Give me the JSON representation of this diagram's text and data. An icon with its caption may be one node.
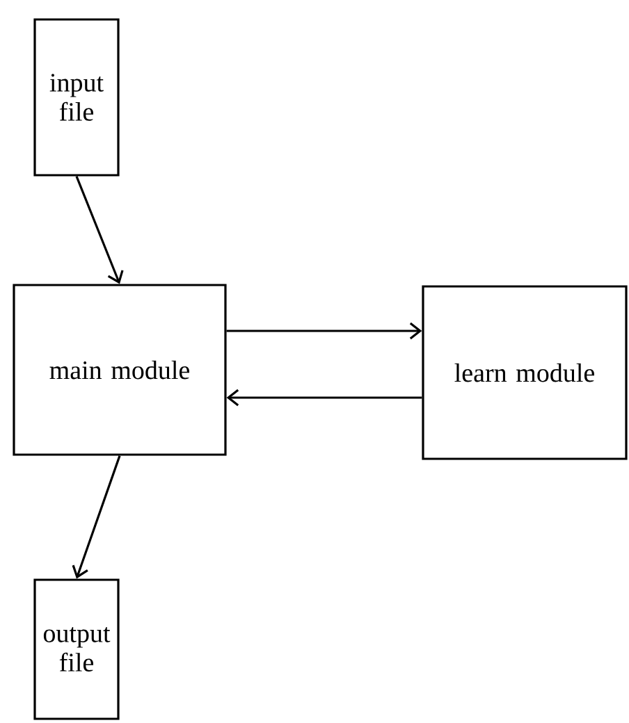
{
  "diagram": {
    "nodes": [
      {
        "text": [
          "input file"
        ]
      },
      {
        "text": [
          "main module"
        ]
      },
      {
        "text": [
          "learn module"
        ]
      },
      {
        "text": [
          "output file"
        ]
      }
    ],
    "edges": [
      {
        "from": 0,
        "to": 1,
        "arrow": "to"
      },
      {
        "from": 1,
        "to": 2,
        "arrow": "to"
      },
      {
        "from": 2,
        "to": 1,
        "arrow": "to"
      },
      {
        "from": 1,
        "to": 3,
        "arrow": "to"
      }
    ]
  }
}
